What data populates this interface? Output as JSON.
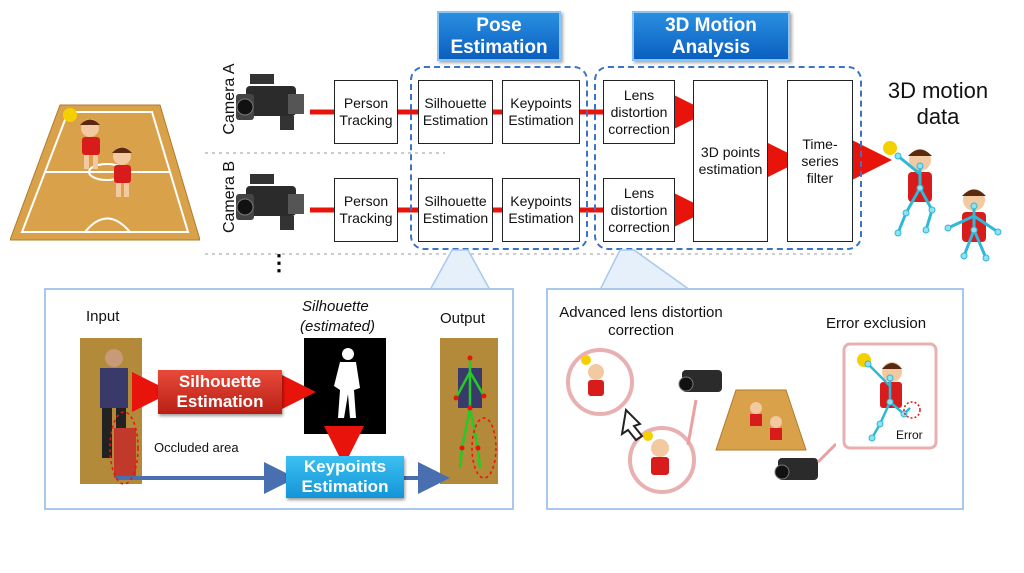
{
  "headers": {
    "pose": "Pose Estimation",
    "motion": "3D Motion Analysis"
  },
  "cameras": {
    "a": "Camera A",
    "b": "Camera B",
    "more": "⋮"
  },
  "pipeline": {
    "person_tracking": "Person Tracking",
    "silhouette": "Silhouette Estimation",
    "keypoints": "Keypoints Estimation",
    "lens": "Lens distortion correction",
    "points3d": "3D points estimation",
    "timeseries": "Time-series filter"
  },
  "output_label": "3D motion data",
  "left_panel": {
    "input": "Input",
    "silhouette_title": "Silhouette",
    "silhouette_sub": "(estimated)",
    "output": "Output",
    "silhouette_btn": "Silhouette Estimation",
    "keypoints_btn": "Keypoints Estimation",
    "occluded": "Occluded area"
  },
  "right_panel": {
    "lens_title": "Advanced lens distortion correction",
    "error_title": "Error exclusion",
    "error_label": "Error"
  },
  "colors": {
    "accent_blue": "#1a73d1",
    "arrow_red": "#e8140c",
    "court": "#d9a24a"
  }
}
